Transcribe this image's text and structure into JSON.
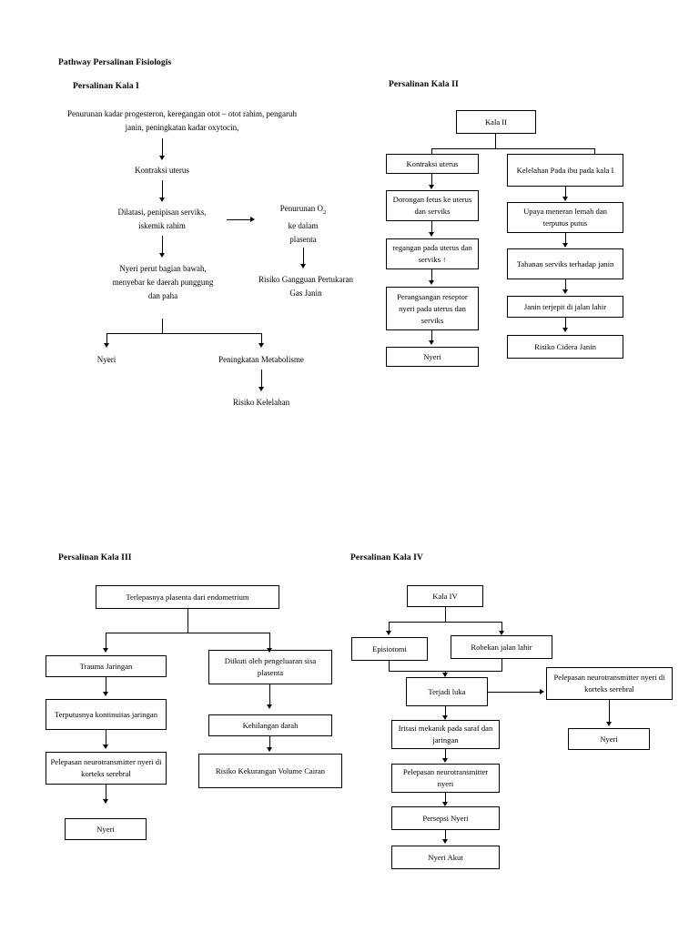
{
  "document": {
    "title": "Pathway Persalinan Fisiologis"
  },
  "sections": {
    "kala1": {
      "heading": "Persalinan Kala I",
      "nodes": {
        "trigger": "Penurunan kadar progesteron, keregangan otot – otot rahim, pengaruh janin, peningkatan kadar oxytocin,",
        "kontraksi": "Kontraksi uterus",
        "dilatasi": "Dilatasi, penipisan serviks, iskemik rahim",
        "penurunan_o2_line1": "Penurunan O",
        "penurunan_o2_sub": "2",
        "penurunan_o2_line2": "ke dalam",
        "penurunan_o2_line3": "plasenta",
        "risiko_gas": "Risiko Gangguan Pertukaran Gas Janin",
        "nyeri_perut": "Nyeri perut bagian bawah, menyebar ke daerah punggung dan paha",
        "nyeri": "Nyeri",
        "peningkatan_metabolisme": "Peningkatan Metabolisme",
        "risiko_kelelahan": "Risiko Kelelahan"
      }
    },
    "kala2": {
      "heading": "Persalinan Kala II",
      "nodes": {
        "root": "Kala II",
        "kontraksi_uterus": "Kontraksi uterus",
        "dorongan_fetus": "Dorongan fetus ke uterus dan serviks",
        "regangan": "regangan pada uterus dan serviks ↑",
        "perangsangan": "Perangsangan reseptor nyeri pada uterus dan serviks",
        "nyeri": "Nyeri",
        "kelelahan_ibu": "Kelelahan Pada ibu pada kala I",
        "upaya_meneran": "Upaya meneran lemah dan terputus putus",
        "tahanan_serviks": "Tahanan serviks terhadap janin",
        "janin_terjepit": "Janin terjepit di jalan lahir",
        "risiko_cidera": "Risiko Cidera Janin"
      }
    },
    "kala3": {
      "heading": "Persalinan Kala III",
      "nodes": {
        "root": "Terlepasnya plasenta dari endometrium",
        "trauma_jaringan": "Trauma Jaringan",
        "terputusnya": "Terputusnya kontinuitas jaringan",
        "pelepasan_neuro": "Pelepasan neurotransmitter nyeri di korteks serebral",
        "nyeri": "Nyeri",
        "diikuti": "Diikuti oleh pengeluaran sisa plasenta",
        "kehilangan_darah": "Kehilangan darah",
        "risiko_volume": "Risiko Kekurangan Volume Cairan"
      }
    },
    "kala4": {
      "heading": "Persalinan Kala IV",
      "nodes": {
        "root": "Kala IV",
        "episiotomi": "Episiotomi",
        "robekan": "Robekan jalan lahir",
        "terjadi_luka": "Terjadi luka",
        "pelepasan_neuro": "Pelepasan neurotransmitter nyeri di korteks serebral",
        "nyeri_kanan": "Nyeri",
        "iritasi": "Iritasi mekanik pada saraf dan jaringan",
        "pelepasan_nyeri": "Pelepasan neurotransmitter nyeri",
        "persepsi": "Persepsi Nyeri",
        "nyeri_akut": "Nyeri Akut"
      }
    }
  },
  "colors": {
    "ink": "#000000",
    "page": "#ffffff"
  }
}
